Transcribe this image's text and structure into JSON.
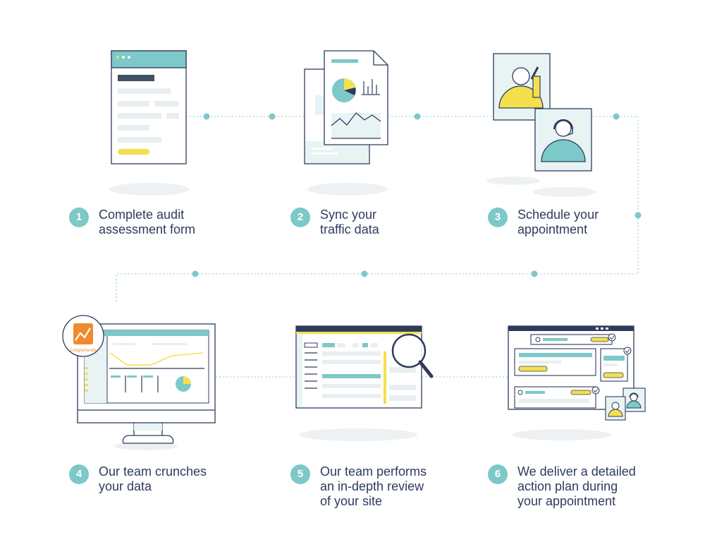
{
  "colors": {
    "navy": "#2f3b5c",
    "teal": "#7dc8c8",
    "yellow": "#f4e04d",
    "light_panel": "#e8f4f4",
    "light_gray": "#e9eff1",
    "connector": "#a3d6d6"
  },
  "steps": [
    {
      "number": "1",
      "lines": [
        "Complete audit",
        "assessment form"
      ],
      "illustration": "form-illustration"
    },
    {
      "number": "2",
      "lines": [
        "Sync your",
        "traffic data"
      ],
      "illustration": "documents-illustration"
    },
    {
      "number": "3",
      "lines": [
        "Schedule your",
        "appointment"
      ],
      "illustration": "appointment-illustration"
    },
    {
      "number": "4",
      "lines": [
        "Our team crunches",
        "your data"
      ],
      "illustration": "monitor-illustration"
    },
    {
      "number": "5",
      "lines": [
        "Our team performs",
        "an in-depth review",
        "of your site"
      ],
      "illustration": "review-illustration"
    },
    {
      "number": "6",
      "lines": [
        "We deliver a detailed",
        "action plan during",
        "your appointment"
      ],
      "illustration": "action-plan-illustration"
    }
  ],
  "logo_text": "Conglomerate",
  "icons": [
    "pie-chart-icon",
    "magnifier-icon",
    "person-avatar-icon",
    "headset-avatar-icon",
    "checkmark-icon"
  ]
}
